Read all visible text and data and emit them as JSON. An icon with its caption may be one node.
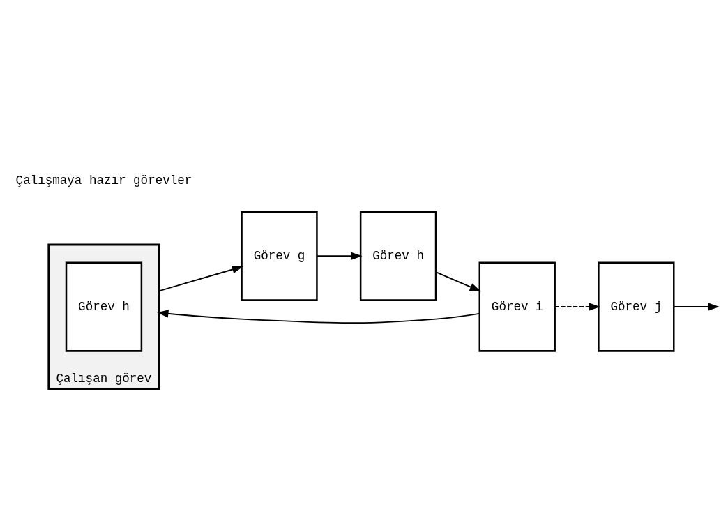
{
  "diagram": {
    "nodes": [
      {
        "text": [],
        "shape": "box",
        "beside": [
          "Çalışan görev"
        ]
      },
      {
        "text": [
          "Görev h"
        ],
        "in": 0
      },
      {
        "text": [
          "Görev g"
        ]
      },
      {
        "text": [
          "Görev h"
        ]
      },
      {
        "text": [
          "Görev i"
        ]
      },
      {
        "text": [
          "Görev j"
        ]
      }
    ],
    "edges": [
      {
        "from": 0,
        "to": 2,
        "arrow": "to"
      },
      {
        "from": 2,
        "to": 3,
        "arrow": "to"
      },
      {
        "from": 3,
        "to": 4,
        "arrow": "to"
      },
      {
        "from": 4,
        "to": 0,
        "arrow": "to"
      },
      {
        "from": 4,
        "to": 5,
        "arrow": "to",
        "style": "dashed"
      },
      {
        "from": 5,
        "to": null,
        "arrow": "to"
      }
    ],
    "labels": [
      "Çalışmaya hazır görevler"
    ]
  }
}
